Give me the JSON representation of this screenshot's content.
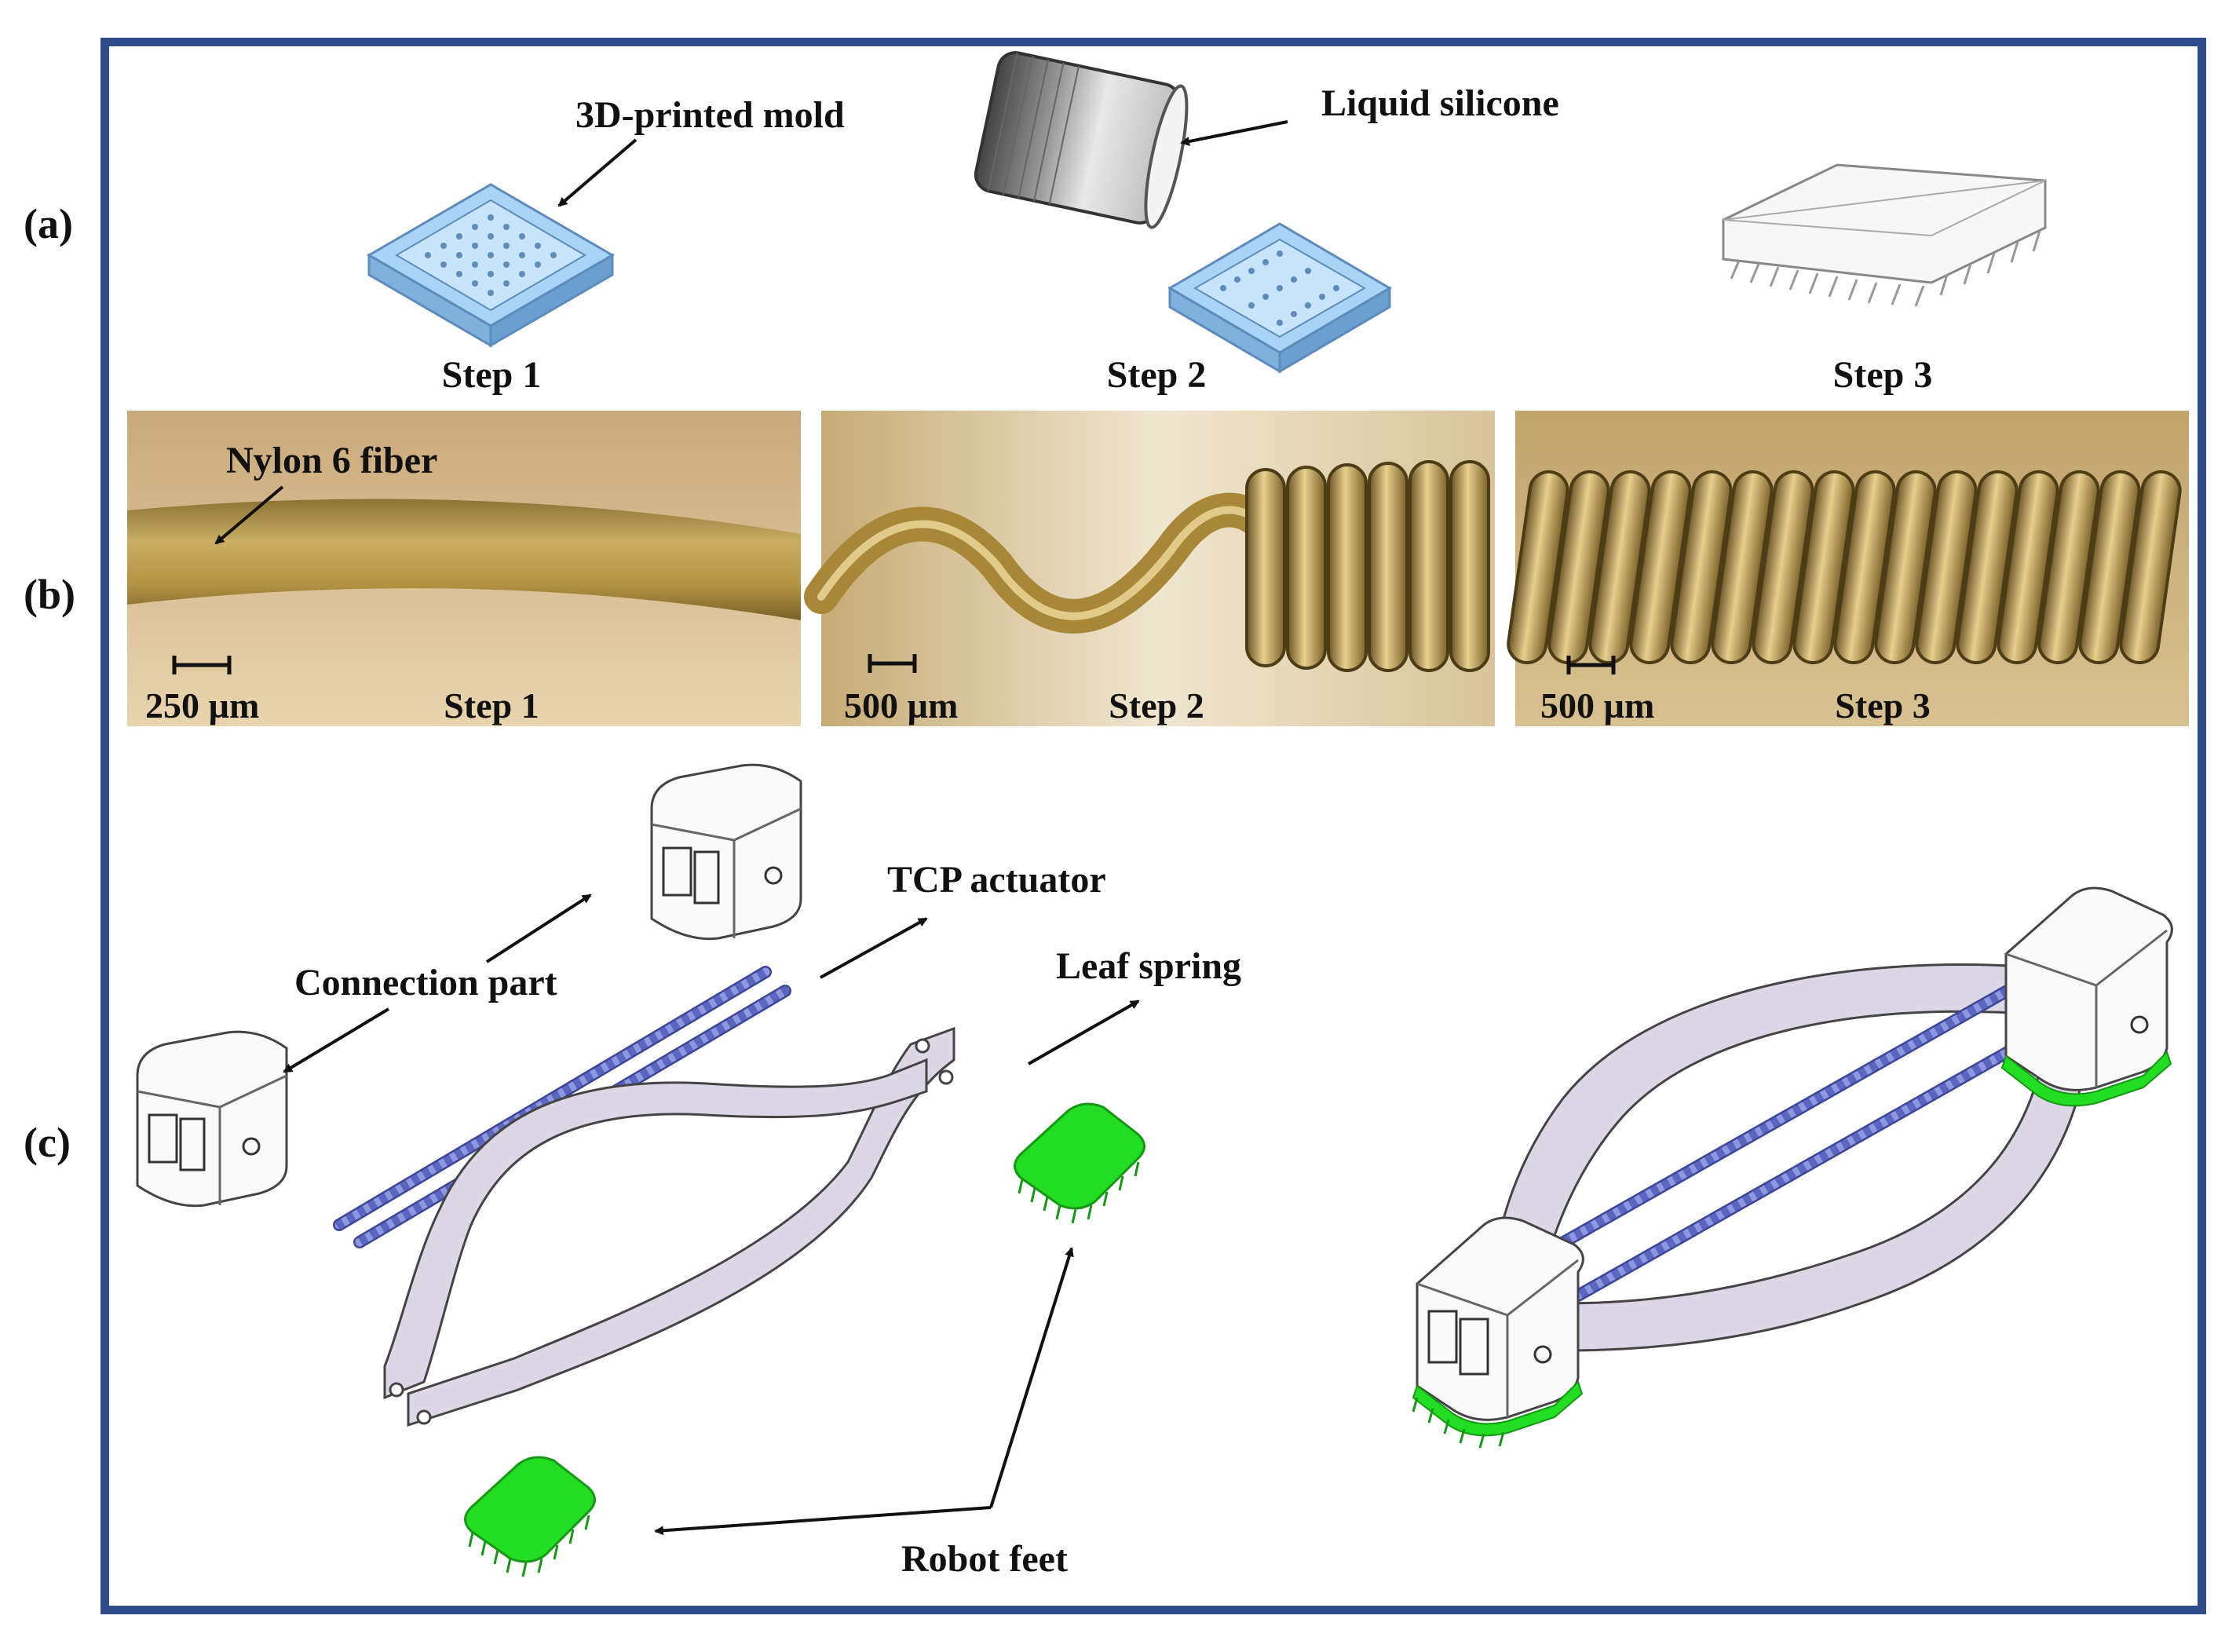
{
  "panels": {
    "a": {
      "label": "(a)",
      "annotations": {
        "mold": "3D-printed mold",
        "silicone": "Liquid silicone"
      },
      "steps": [
        "Step 1",
        "Step 2",
        "Step 3"
      ]
    },
    "b": {
      "label": "(b)",
      "annotations": {
        "fiber": "Nylon 6 fiber"
      },
      "photos": [
        {
          "scale": "250 µm",
          "step": "Step 1"
        },
        {
          "scale": "500 µm",
          "step": "Step 2"
        },
        {
          "scale": "500 µm",
          "step": "Step 3"
        }
      ]
    },
    "c": {
      "label": "(c)",
      "annotations": {
        "connection": "Connection part",
        "tcp": "TCP actuator",
        "spring": "Leaf spring",
        "feet": "Robot feet"
      }
    }
  },
  "colors": {
    "frame": "#2f4d8c",
    "mold": "#a9d4f5",
    "feet": "#22dd22",
    "actuator": "#6470c8",
    "spring": "#ddd6e6",
    "fiber": "#b89a4a"
  }
}
